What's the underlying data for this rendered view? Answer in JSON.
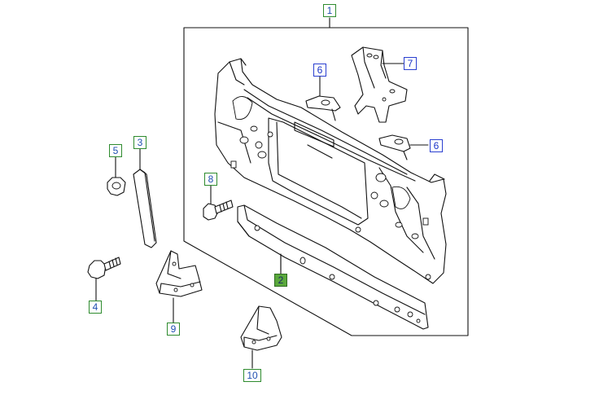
{
  "callouts": [
    {
      "id": "1",
      "label": "1",
      "style": "green"
    },
    {
      "id": "2",
      "label": "2",
      "style": "filled"
    },
    {
      "id": "3",
      "label": "3",
      "style": "green"
    },
    {
      "id": "4",
      "label": "4",
      "style": "green"
    },
    {
      "id": "5",
      "label": "5",
      "style": "green"
    },
    {
      "id": "6a",
      "label": "6",
      "style": "blue"
    },
    {
      "id": "6b",
      "label": "6",
      "style": "blue"
    },
    {
      "id": "7",
      "label": "7",
      "style": "blue"
    },
    {
      "id": "8",
      "label": "8",
      "style": "green"
    },
    {
      "id": "9",
      "label": "9",
      "style": "green"
    },
    {
      "id": "10",
      "label": "10",
      "style": "green"
    }
  ],
  "colors": {
    "callout_green_border": "#2e8b2e",
    "callout_blue_border": "#2a3fd0",
    "callout_filled": "#5aa83c",
    "line": "#111111"
  }
}
